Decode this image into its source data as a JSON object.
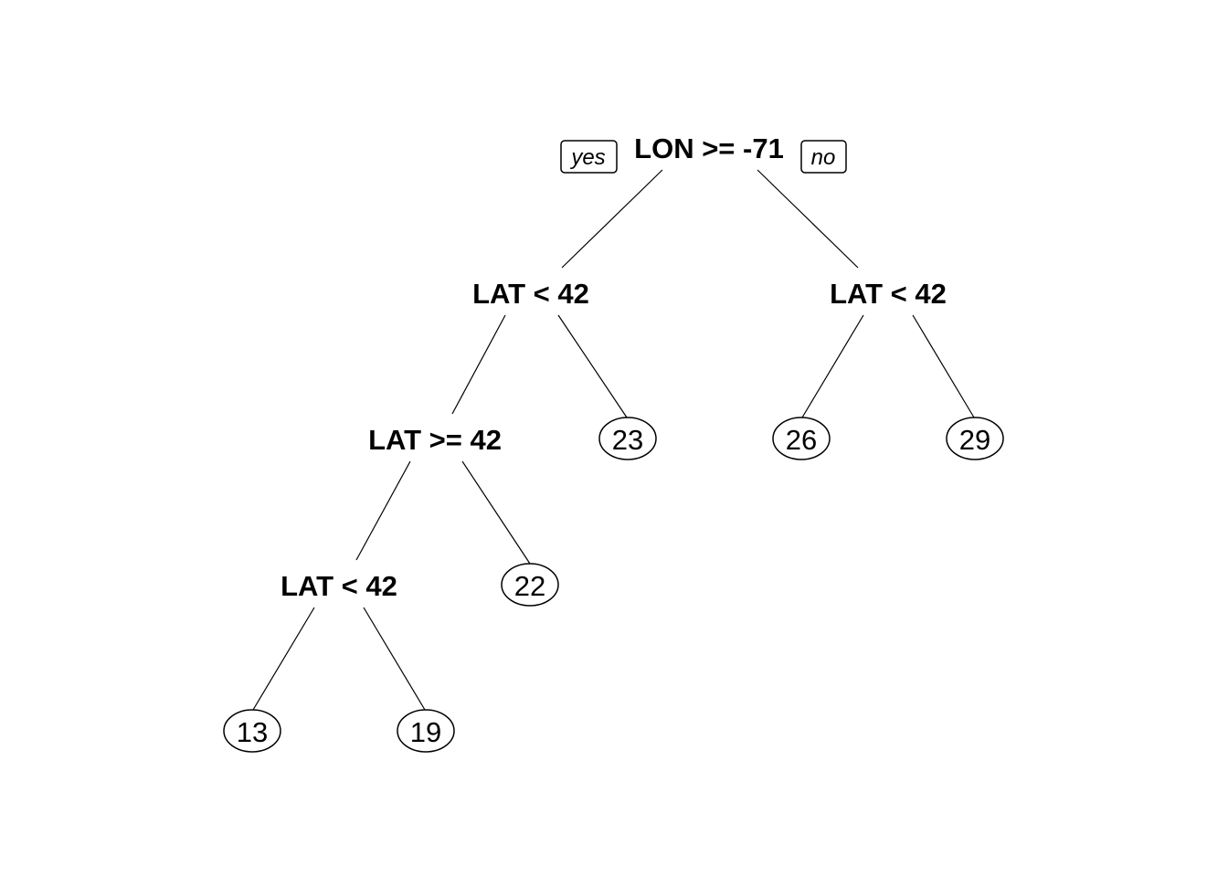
{
  "tree": {
    "branch_labels": {
      "yes": "yes",
      "no": "no"
    },
    "root": "LON >= -71",
    "left_split": "LAT < 42",
    "right_split": "LAT < 42",
    "left_left_split": "LAT >= 42",
    "left_left_left_split": "LAT < 42",
    "leaves": {
      "ll_ll_yes": "13",
      "ll_ll_no": "19",
      "ll_no": "22",
      "l_no": "23",
      "r_yes": "26",
      "r_no": "29"
    }
  }
}
